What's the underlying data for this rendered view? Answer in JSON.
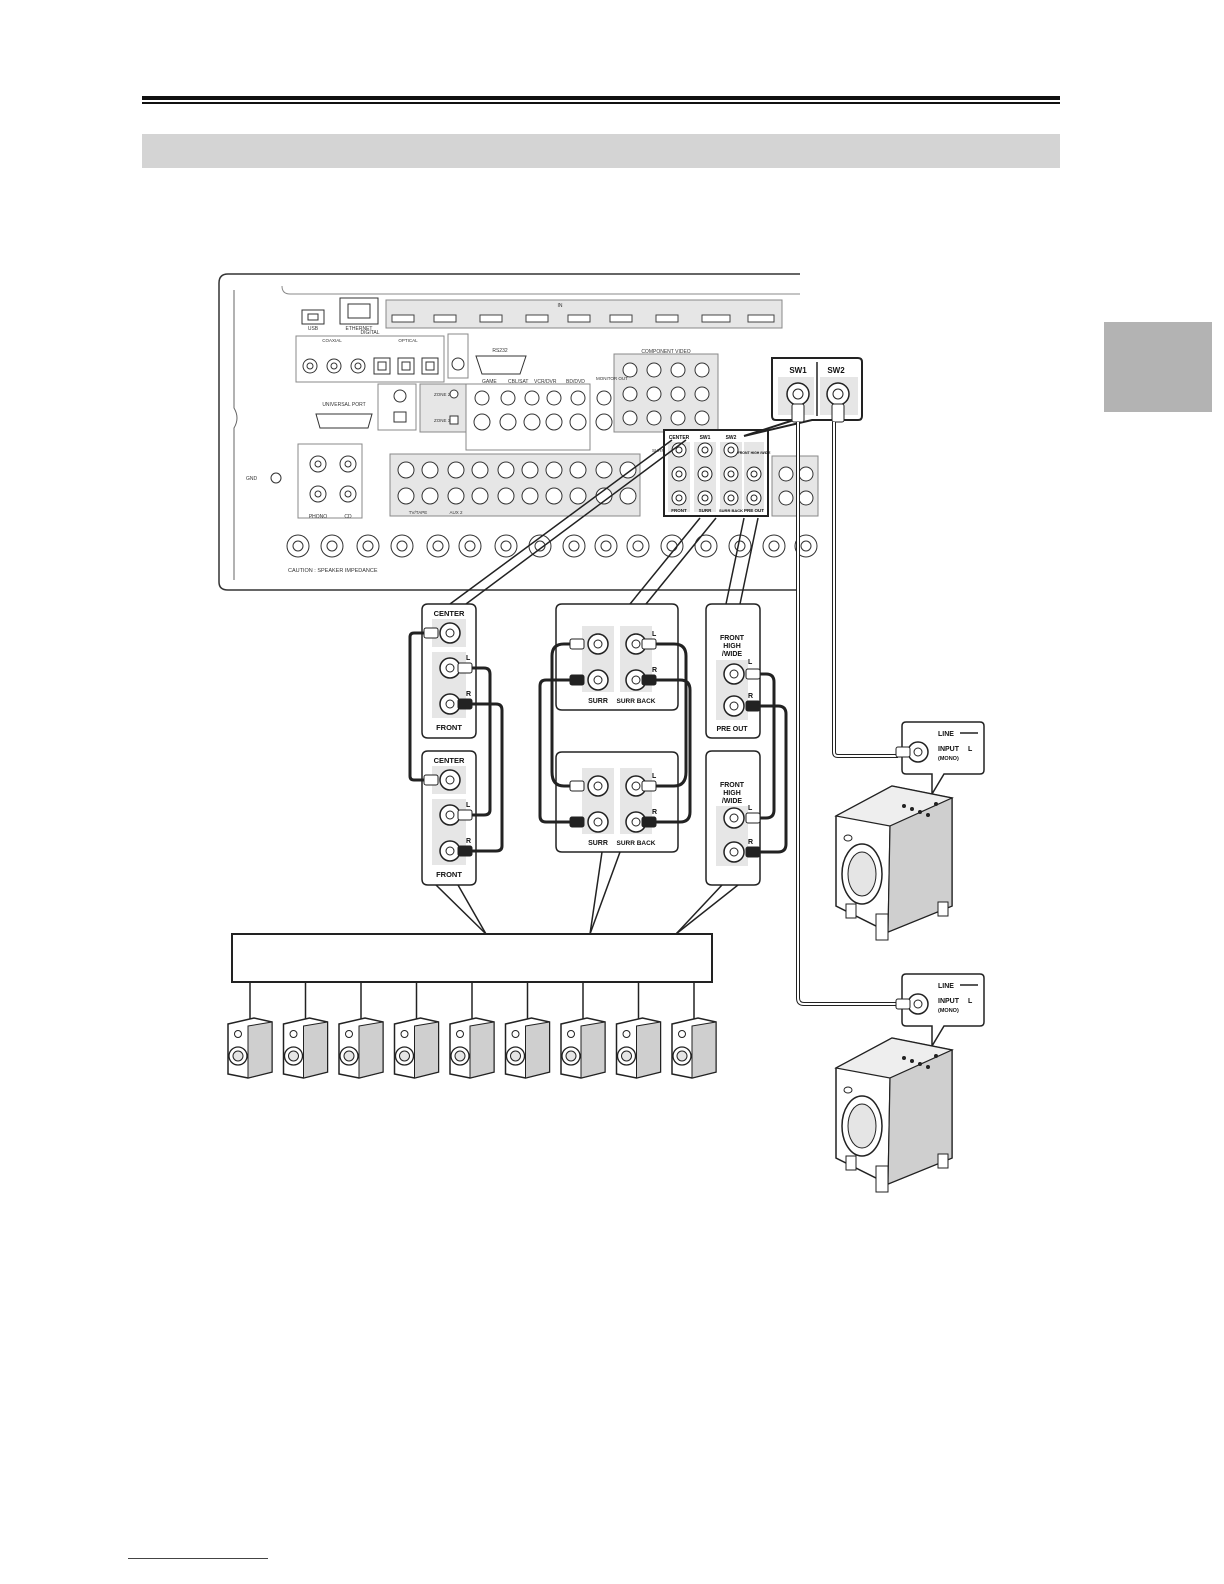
{
  "receiver": {
    "port_labels": {
      "usb": "USB",
      "ethernet": "ETHERNET",
      "hdmi_in": "IN",
      "digital_in": "DIGITAL",
      "coaxial": "COAXIAL",
      "optical": "OPTICAL",
      "rs232": "RS232",
      "component_video": "COMPONENT VIDEO",
      "universal_port": "UNIVERSAL PORT",
      "game": "GAME",
      "cblsat": "CBL/SAT",
      "vcrdvr": "VCR/DVR",
      "bddvd": "BD/DVD",
      "monitor_out": "MONITOR OUT",
      "phono": "PHONO",
      "cd": "CD",
      "tvtape": "TV/TAPE",
      "aux": "AUX 2",
      "gnd": "GND",
      "zone2": "ZONE 2",
      "zone3": "ZONE 3",
      "surr_back_terminal": "SURR BACK",
      "caution": "CAUTION : SPEAKER IMPEDANCE"
    },
    "pre_out_panel": {
      "center": "CENTER",
      "sw1": "SW1",
      "sw2": "SW2",
      "front_high_wide": "FRONT HIGH /WIDE",
      "front": "FRONT",
      "surr": "SURR",
      "surr_back": "SURR BACK",
      "pre_out": "PRE OUT"
    }
  },
  "sw_callout": {
    "sw1": "SW1",
    "sw2": "SW2"
  },
  "connector_panels": {
    "center": "CENTER",
    "front": "FRONT",
    "l": "L",
    "r": "R",
    "surr": "SURR",
    "surr_back": "SURR BACK",
    "front_high_line1": "FRONT",
    "front_high_line2": "HIGH",
    "front_high_line3": "/WIDE",
    "pre_out": "PRE OUT"
  },
  "subwoofer_input": {
    "line": "LINE",
    "input": "INPUT",
    "l": "L",
    "mono": "(MONO)"
  },
  "speaker_count": 9
}
